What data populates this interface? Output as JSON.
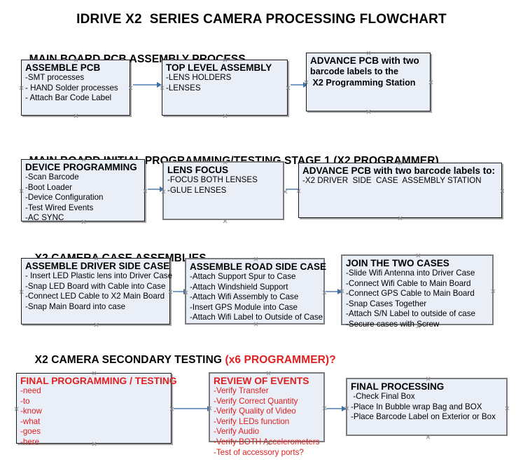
{
  "document": {
    "title": "IDRIVE X2  SERIES CAMERA PROCESSING FLOWCHART",
    "accent_red": "#e02020",
    "box_fill": "#e9eef7",
    "box_border": "#1a1a1a",
    "arrow_color": "#7b9dc4",
    "arrowhead_color": "#3f6fa8"
  },
  "sections": [
    {
      "heading": "MAIN BOARD PCB ASSEMBLY PROCESS",
      "heading_accent": "",
      "nodes": [
        {
          "title": "ASSEMBLE PCB",
          "lines": [
            "-SMT processes",
            "- HAND Solder processes",
            "- Attach Bar Code Label"
          ]
        },
        {
          "title": "TOP LEVEL ASSEMBLY",
          "lines": [
            "-LENS HOLDERS",
            "-LENSES"
          ]
        },
        {
          "title": "ADVANCE PCB with two",
          "lines": [
            "barcode labels to the",
            " X2 Programming Station"
          ]
        }
      ]
    },
    {
      "heading": "MAIN BOARD INITIAL PROGRAMMING/TESTING STAGE 1 (X2 PROGRAMMER)",
      "heading_accent": "",
      "nodes": [
        {
          "title": "DEVICE PROGRAMMING",
          "lines": [
            "-Scan Barcode",
            "-Boot Loader",
            "-Device Configuration",
            "-Test Wired Events",
            "-AC SYNC"
          ]
        },
        {
          "title": "LENS FOCUS",
          "lines": [
            "-FOCUS BOTH LENSES",
            "-GLUE LENSES"
          ]
        },
        {
          "title": "ADVANCE PCB with two barcode labels to:",
          "lines": [
            "-X2 DRIVER  SIDE  CASE  ASSEMBLY STATION"
          ]
        }
      ]
    },
    {
      "heading": "X2 CAMERA CASE ASSEMBLIES",
      "heading_accent": "",
      "nodes": [
        {
          "title": "ASSEMBLE DRIVER SIDE CASE",
          "lines": [
            "- Insert LED Plastic lens into Driver Case",
            "-Snap LED Board with Cable into Case",
            "-Connect LED Cable to X2 Main Board",
            "-Snap Main Board into case"
          ]
        },
        {
          "title": "ASSEMBLE ROAD SIDE CASE",
          "lines": [
            "-Attach Support Spur to Case",
            "-Attach Windshield Support",
            "-Attach Wifi Assembly to Case",
            "-Insert GPS Module into Case",
            "-Attach Wifi Label to Outside of Case"
          ]
        },
        {
          "title": "JOIN THE TWO CASES",
          "lines": [
            "-Slide Wifi Antenna into Driver Case",
            "-Connect Wifi Cable to Main Board",
            "-Connect GPS Cable to Main Board",
            "-Snap Cases Together",
            "-Attach S/N Label to outside of case",
            "-Secure cases with Screw"
          ]
        }
      ]
    },
    {
      "heading": "X2 CAMERA SECONDARY TESTING ",
      "heading_accent": "(x6 PROGRAMMER)?",
      "nodes": [
        {
          "title": "FINAL PROGRAMMING / TESTING",
          "lines": [
            "-need",
            "-to",
            "-know",
            "-what",
            "-goes",
            "-here"
          ]
        },
        {
          "title": "REVIEW OF EVENTS",
          "lines": [
            "-Verify Transfer",
            "-Verify Correct Quantity",
            "-Verify Quality of Video",
            "-Verify LEDs function",
            "-Verify Audio",
            "-Verify BOTH Accelerometers",
            "-Test of accessory ports?"
          ]
        },
        {
          "title": "FINAL PROCESSING",
          "lines": [
            " -Check Final Box",
            "-Place In Bubble wrap Bag and BOX",
            "-Place Barcode Label on Exterior or Box"
          ]
        }
      ]
    }
  ]
}
